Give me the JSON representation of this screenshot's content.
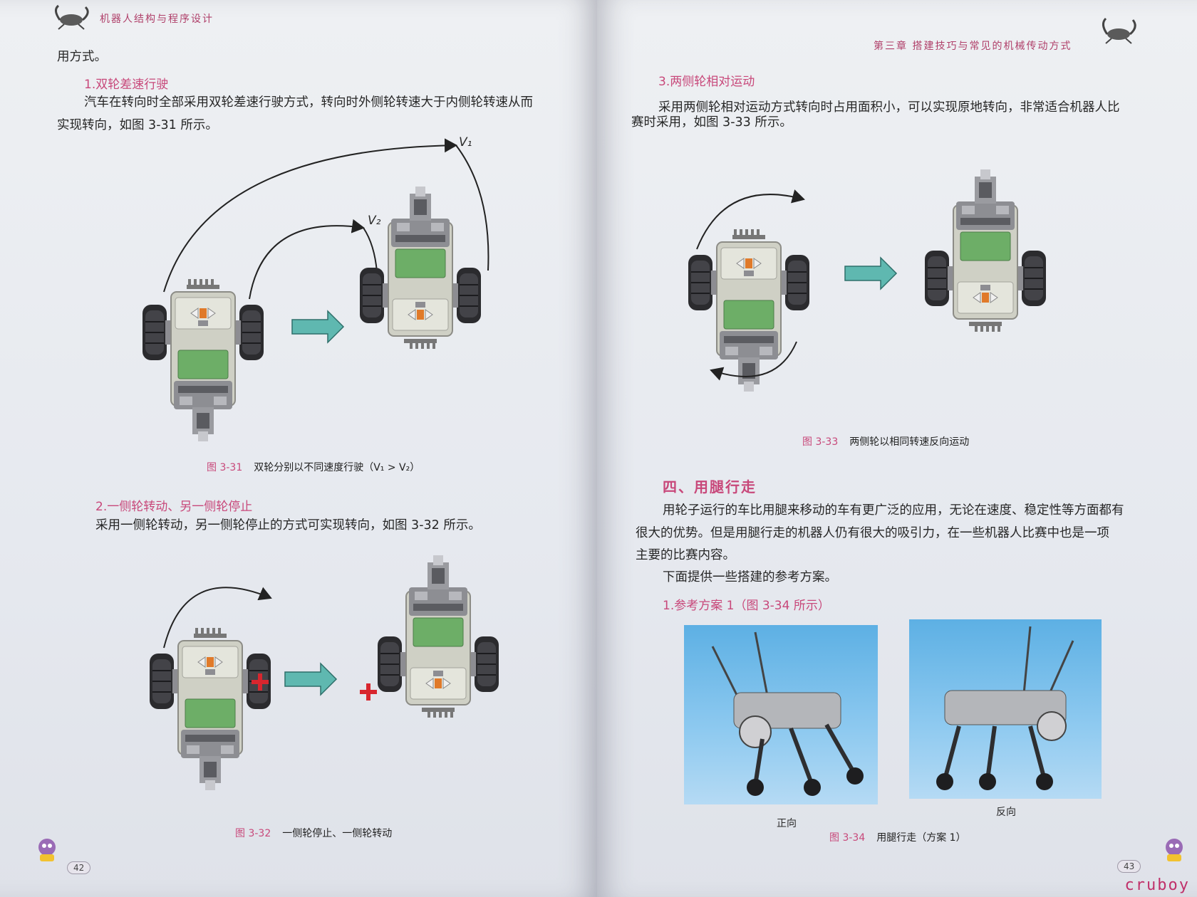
{
  "left_page": {
    "running_head": "机器人结构与程序设计",
    "intro_text": "用方式。",
    "sub1": {
      "heading": "1.双轮差速行驶",
      "line1": "汽车在转向时全部采用双轮差速行驶方式，转向时外侧轮转速大于内侧轮转速从而",
      "line2": "实现转向，如图 3-31 所示。"
    },
    "fig31": {
      "label_v1": "V₁",
      "label_v2": "V₂",
      "caption_num": "图 3-31",
      "caption_text": "双轮分别以不同速度行驶（V₁ > V₂）"
    },
    "sub2": {
      "heading": "2.一侧轮转动、另一侧轮停止",
      "line1": "采用一侧轮转动，另一侧轮停止的方式可实现转向，如图 3-32 所示。"
    },
    "fig32": {
      "caption_num": "图 3-32",
      "caption_text": "一侧轮停止、一侧轮转动"
    },
    "page_number": "42"
  },
  "right_page": {
    "running_head": "第三章   搭建技巧与常见的机械传动方式",
    "sub3": {
      "heading": "3.两侧轮相对运动",
      "line1": "采用两侧轮相对运动方式转向时占用面积小，可以实现原地转向，非常适合机器人比",
      "line2": "赛时采用，如图 3-33 所示。"
    },
    "fig33": {
      "caption_num": "图 3-33",
      "caption_text": "两侧轮以相同转速反向运动"
    },
    "section4": {
      "title": "四、用腿行走",
      "p1_line1": "用轮子运行的车比用腿来移动的车有更广泛的应用，无论在速度、稳定性等方面都有",
      "p1_line2": "很大的优势。但是用腿行走的机器人仍有很大的吸引力，在一些机器人比赛中也是一项",
      "p1_line3": "主要的比赛内容。",
      "p2": "下面提供一些搭建的参考方案。",
      "sub_heading": "1.参考方案 1（图 3-34 所示）"
    },
    "fig34": {
      "photo1_label": "正向",
      "photo2_label": "反向",
      "caption_num": "图 3-34",
      "caption_text": "用腿行走（方案 1）"
    },
    "page_number": "43"
  },
  "watermark": "cruboy",
  "icons": [
    "scorpion-robot-icon",
    "mascot-robot-icon",
    "arrow-right-icon",
    "red-cross-icon"
  ],
  "colors": {
    "accent_pink": "#c8487a",
    "page_bg": "#e8ebf0",
    "arrow_teal": "#5fb8b0",
    "screen_green": "#6dae67",
    "photo_sky": "#6bb8e8"
  }
}
